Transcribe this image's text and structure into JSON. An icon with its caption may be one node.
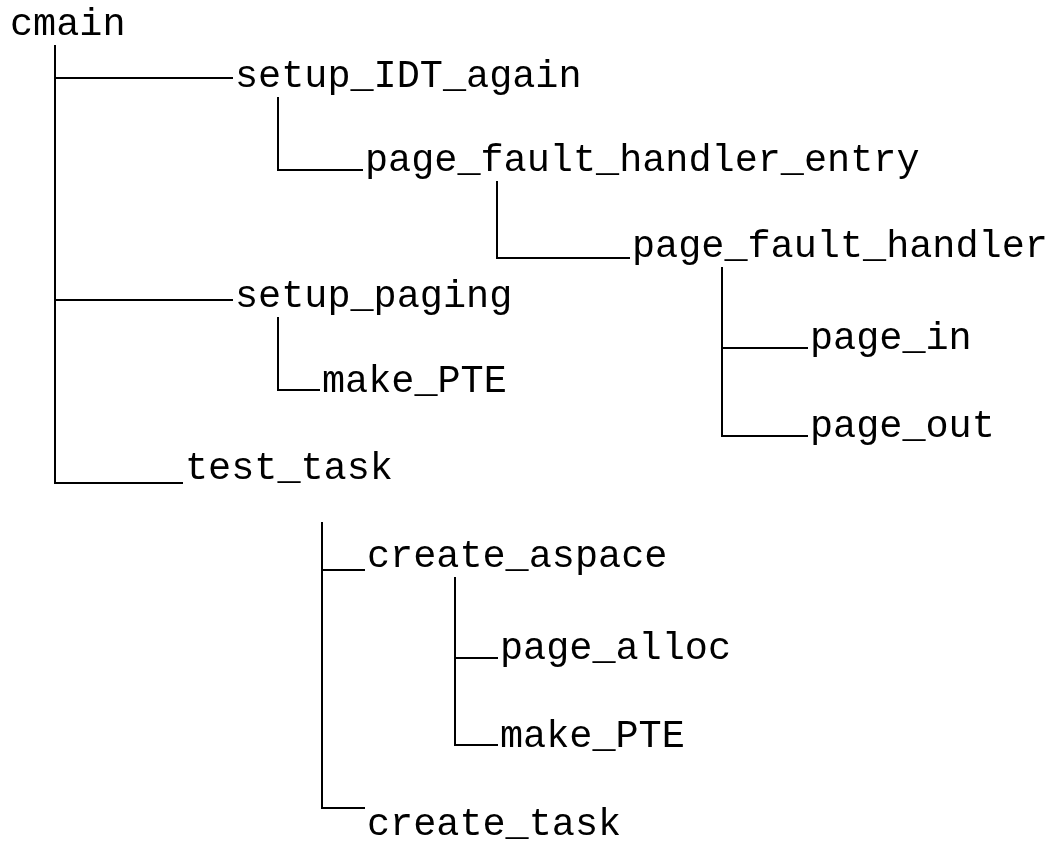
{
  "diagram": {
    "nodes": [
      {
        "text": [
          "cmain"
        ]
      },
      {
        "text": [
          "setup_IDT_again"
        ]
      },
      {
        "text": [
          "page_fault_handler_entry"
        ]
      },
      {
        "text": [
          "page_fault_handler"
        ]
      },
      {
        "text": [
          "setup_paging"
        ]
      },
      {
        "text": [
          "make_PTE"
        ]
      },
      {
        "text": [
          "page_in"
        ]
      },
      {
        "text": [
          "page_out"
        ]
      },
      {
        "text": [
          "test_task"
        ]
      },
      {
        "text": [
          "create_aspace"
        ]
      },
      {
        "text": [
          "page_alloc"
        ]
      },
      {
        "text": [
          "make_PTE"
        ]
      },
      {
        "text": [
          "create_task"
        ]
      }
    ],
    "edges": [
      {
        "from": 0,
        "to": 1,
        "arrow": "none"
      },
      {
        "from": 1,
        "to": 2,
        "arrow": "none"
      },
      {
        "from": 2,
        "to": 3,
        "arrow": "none"
      },
      {
        "from": 0,
        "to": 4,
        "arrow": "none"
      },
      {
        "from": 4,
        "to": 5,
        "arrow": "none"
      },
      {
        "from": 3,
        "to": 6,
        "arrow": "none"
      },
      {
        "from": 3,
        "to": 7,
        "arrow": "none"
      },
      {
        "from": 0,
        "to": 8,
        "arrow": "none"
      },
      {
        "from": 8,
        "to": 9,
        "arrow": "none"
      },
      {
        "from": 8,
        "to": 12,
        "arrow": "none"
      },
      {
        "from": 9,
        "to": 10,
        "arrow": "none"
      },
      {
        "from": 9,
        "to": 11,
        "arrow": "none"
      }
    ]
  }
}
